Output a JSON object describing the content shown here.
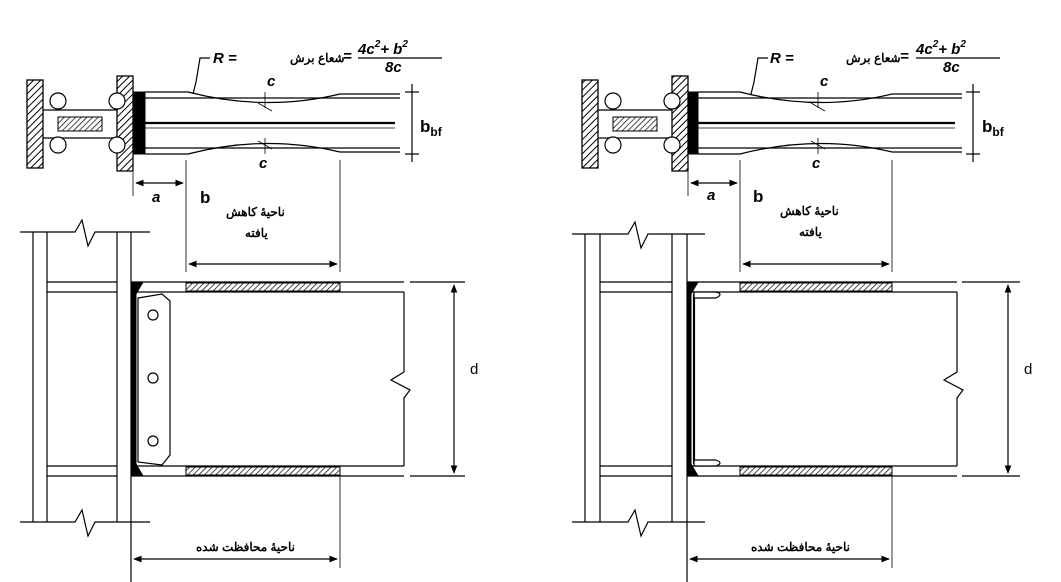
{
  "formula": {
    "r_label": "R =",
    "cut_radius": "شعاع برش",
    "eq": "=",
    "numerator_base": "4c",
    "exp2": "2",
    "plus": "+ b",
    "denominator": "8c"
  },
  "labels": {
    "c": "c",
    "a": "a",
    "b": "b",
    "bbf_main": "b",
    "bbf_sub": "bf",
    "d": "d",
    "reduced_zone_line1": "ناحیهٔ کاهش",
    "reduced_zone_line2": "یافته",
    "protected_zone": "ناحیهٔ محافظت شده"
  }
}
